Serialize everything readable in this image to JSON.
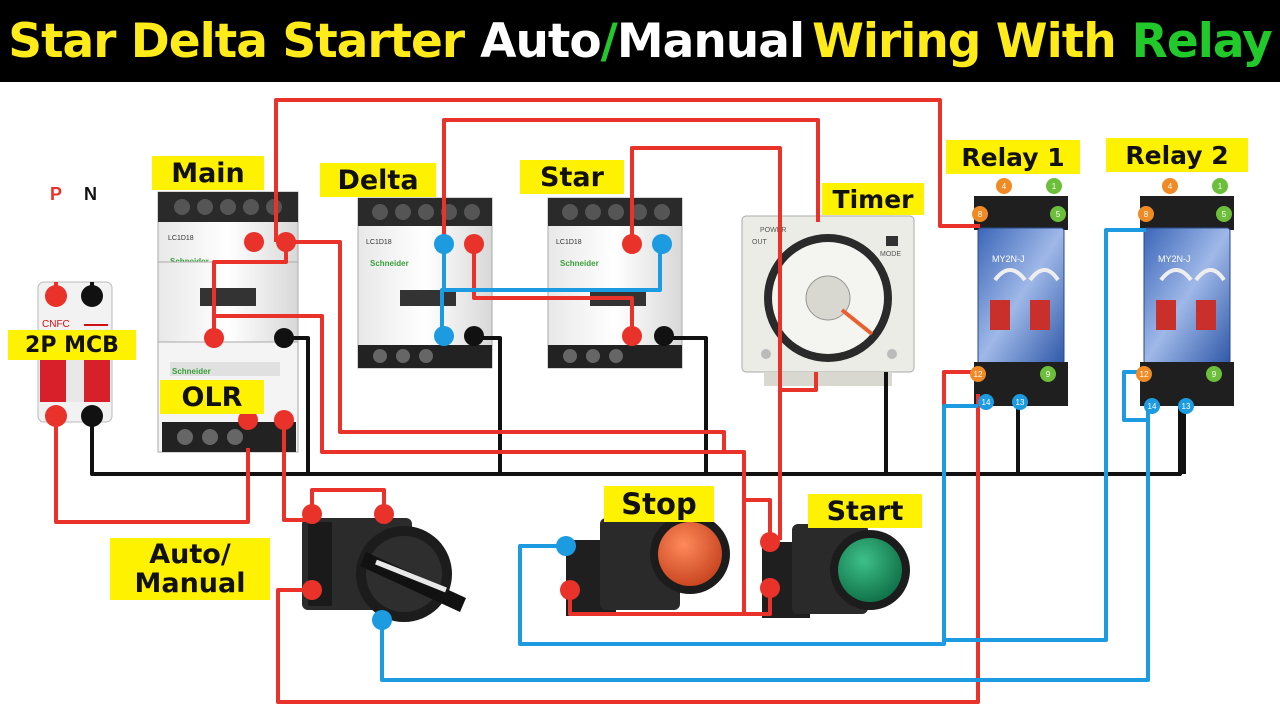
{
  "title": {
    "part1": "Star Delta Starter",
    "part2": "Auto",
    "slash": "/",
    "part3": "Manual",
    "part4": "Wiring With",
    "part5": "Relay"
  },
  "colors": {
    "yellow": "#ffeb1a",
    "white": "#ffffff",
    "green": "#22c92a",
    "wire_red": "#e8322a",
    "wire_black": "#111111",
    "wire_blue": "#1c9be0",
    "label_bg": "#fff200"
  },
  "labels": {
    "main": "Main",
    "delta": "Delta",
    "star": "Star",
    "timer": "Timer",
    "relay1": "Relay 1",
    "relay2": "Relay 2",
    "mcb": "2P MCB",
    "olr": "OLR",
    "auto_manual_1": "Auto/",
    "auto_manual_2": "Manual",
    "stop": "Stop",
    "start": "Start",
    "p": "P",
    "n": "N"
  },
  "device_text": {
    "contactor_model": "LC1D18",
    "brand": "Schneider",
    "mcb_brand": "CNFC",
    "timer_power": "POWER",
    "timer_out": "OUT",
    "timer_mode": "MODE",
    "relay_model": "MY2N-J"
  },
  "relay_pins": {
    "top": [
      "4",
      "8",
      "1",
      "5"
    ],
    "bottom": [
      "12",
      "14",
      "13",
      "9"
    ]
  }
}
